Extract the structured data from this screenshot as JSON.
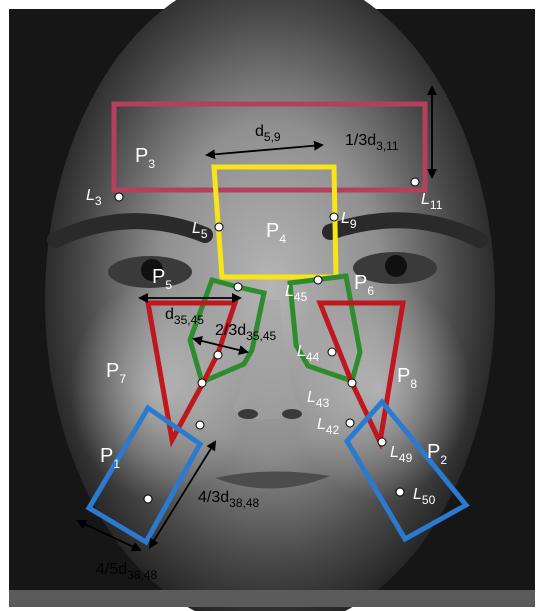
{
  "regions": {
    "P1": {
      "main": "P",
      "sub": "1"
    },
    "P2": {
      "main": "P",
      "sub": "2"
    },
    "P3": {
      "main": "P",
      "sub": "3"
    },
    "P4": {
      "main": "P",
      "sub": "4"
    },
    "P5": {
      "main": "P",
      "sub": "5"
    },
    "P6": {
      "main": "P",
      "sub": "6"
    },
    "P7": {
      "main": "P",
      "sub": "7"
    },
    "P8": {
      "main": "P",
      "sub": "8"
    }
  },
  "landmarks": {
    "L3": {
      "main": "L",
      "sub": "3"
    },
    "L5": {
      "main": "L",
      "sub": "5"
    },
    "L9": {
      "main": "L",
      "sub": "9"
    },
    "L11": {
      "main": "L",
      "sub": "11"
    },
    "L42": {
      "main": "L",
      "sub": "42"
    },
    "L43": {
      "main": "L",
      "sub": "43"
    },
    "L44": {
      "main": "L",
      "sub": "44"
    },
    "L45": {
      "main": "L",
      "sub": "45"
    },
    "L49": {
      "main": "L",
      "sub": "49"
    },
    "L50": {
      "main": "L",
      "sub": "50"
    }
  },
  "measures": {
    "d59": {
      "main": "d",
      "sub": "5,9"
    },
    "third_d311": {
      "main": "1/3d",
      "sub": "3,11"
    },
    "d3545": {
      "main": "d",
      "sub": "35,45"
    },
    "twothird_d3545": {
      "main": "2/3d",
      "sub": "35,45"
    },
    "fourthird_d3848": {
      "main": "4/3d",
      "sub": "38,48"
    },
    "fourfifth_d3848": {
      "main": "4/5d",
      "sub": "38,48"
    }
  },
  "colors": {
    "forehead_red": "#b5405e",
    "nose_yellow": "#f7e51a",
    "eye_green": "#2e8b2e",
    "cheek_red": "#c0161d",
    "cheek_blue": "#2a7bd0",
    "arrow": "#000000",
    "landmark_dot": "#ffffff"
  }
}
